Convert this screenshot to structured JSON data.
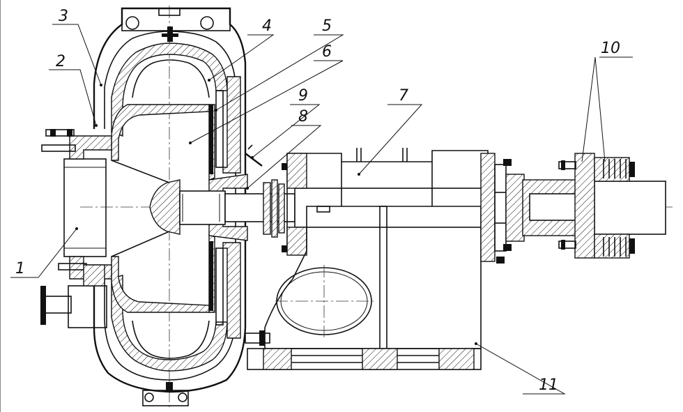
{
  "title": "",
  "labels": [
    {
      "id": "1",
      "text": "1"
    },
    {
      "id": "2",
      "text": "2"
    },
    {
      "id": "3",
      "text": "3"
    },
    {
      "id": "4",
      "text": "4"
    },
    {
      "id": "5",
      "text": "5"
    },
    {
      "id": "6",
      "text": "6"
    },
    {
      "id": "7",
      "text": "7"
    },
    {
      "id": "8",
      "text": "8"
    },
    {
      "id": "9",
      "text": "9"
    },
    {
      "id": "10",
      "text": "10"
    },
    {
      "id": "11",
      "text": "11"
    }
  ],
  "colors": {
    "line": "#111111",
    "background": "#ffffff"
  }
}
